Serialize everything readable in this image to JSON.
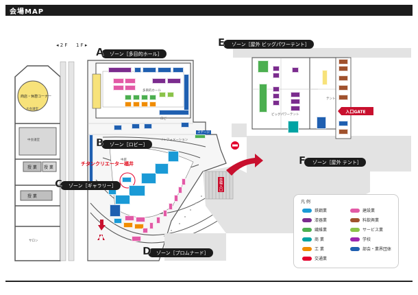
{
  "header": {
    "title": "会場MAP"
  },
  "floors": {
    "second": "◂ 2 F",
    "first": "1 F ▸"
  },
  "rooms": {
    "commerce_corner": "商店・休憩コーナー",
    "banquet": "大会議室",
    "mid_meeting": "中会議室",
    "lecture_1": "授 業",
    "lecture_2": "授 業",
    "lecture_3": "授 業",
    "salon": "サロン",
    "lobby": "ロビー",
    "multipurpose": "多目的ホール",
    "info": "インフォメーション",
    "courtyard": "中庭",
    "big_tent": "ビッグパワーテント",
    "tent": "テント"
  },
  "zones": {
    "a": {
      "letter": "A",
      "label": "ゾーン［多目的ホール］"
    },
    "b": {
      "letter": "B",
      "label": "ゾーン［ロビー］"
    },
    "c": {
      "letter": "C",
      "label": "ゾーン［ギャラリー］"
    },
    "d": {
      "letter": "D",
      "label": "ゾーン［プロムナード］"
    },
    "e": {
      "letter": "E",
      "label": "ゾーン［屋外 ビッグパワーテント］"
    },
    "f": {
      "letter": "F",
      "label": "ゾーン［屋外 テント］"
    }
  },
  "annotations": {
    "titan": "チタンクリエーター福井",
    "stage": "ステージ",
    "gate": "入口GATE",
    "hall_entrance": "会場入口"
  },
  "legend": {
    "title": "凡 例",
    "items": [
      {
        "label": "鉄鋼業",
        "color": "#1a9ad6"
      },
      {
        "label": "建設業",
        "color": "#e25aa6"
      },
      {
        "label": "漆器業",
        "color": "#7b2c8e"
      },
      {
        "label": "料飲興業",
        "color": "#a0522d"
      },
      {
        "label": "繊維業",
        "color": "#4caf50"
      },
      {
        "label": "サービス業",
        "color": "#8bc34a"
      },
      {
        "label": "商 業",
        "color": "#00a3a3"
      },
      {
        "label": "学校",
        "color": "#9c27b0"
      },
      {
        "label": "工 業",
        "color": "#f08c00"
      },
      {
        "label": "部会・業界団体",
        "color": "#1f5fb0"
      },
      {
        "label": "交通業",
        "color": "#e3002c"
      }
    ]
  }
}
